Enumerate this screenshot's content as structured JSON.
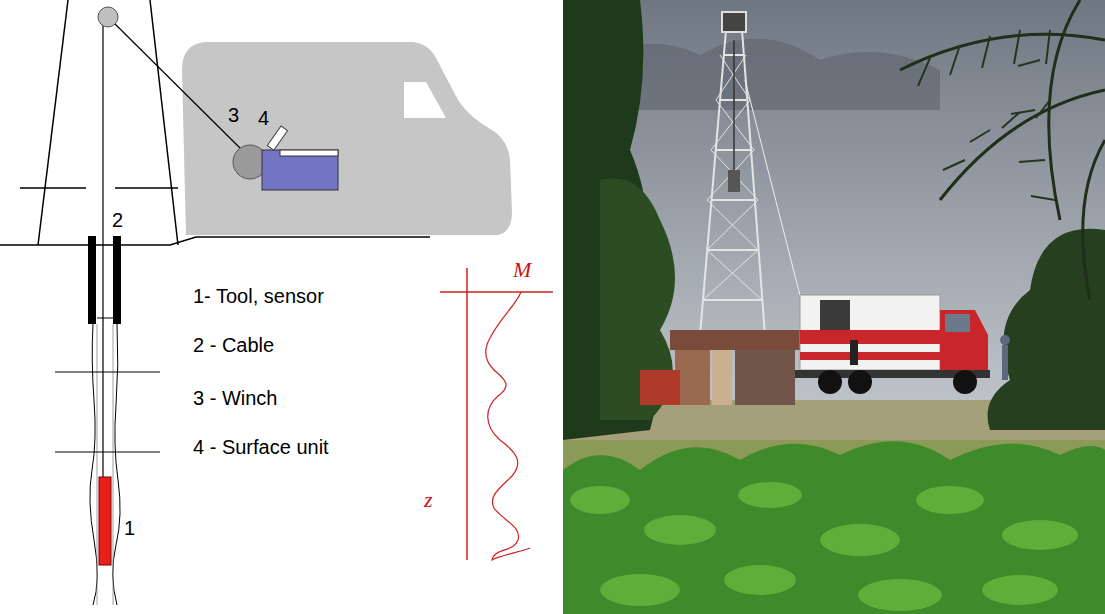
{
  "diagram": {
    "labels": [
      "3",
      "4",
      "2",
      "1- Tool, sensor",
      "2 - Cable",
      "3 - Winch",
      "4 - Surface unit",
      "M",
      "z",
      "1"
    ]
  }
}
